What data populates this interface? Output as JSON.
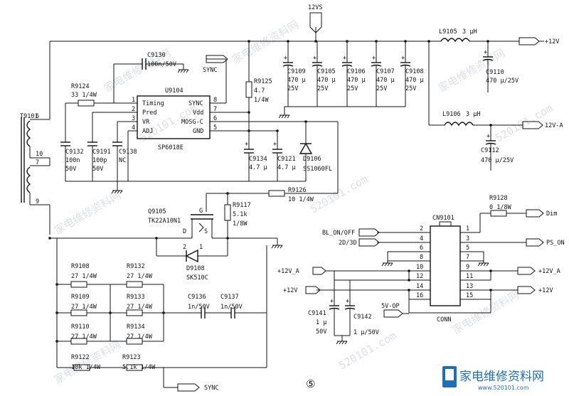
{
  "ic_u9104": {
    "ref": "U9104",
    "part": "SP6018E",
    "pin_labels_left": [
      "Timing",
      "Pred",
      "VR",
      "ADJ"
    ],
    "pin_labels_right": [
      "SYNC",
      "Vdd",
      "MOSG-C",
      "GND"
    ],
    "pins_left": [
      "1",
      "2",
      "3",
      "4"
    ],
    "pins_right": [
      "8",
      "7",
      "6",
      "5"
    ]
  },
  "connector": {
    "ref": "CN9101",
    "name": "CONN",
    "pins_left": [
      "2",
      "4",
      "6",
      "8",
      "10",
      "12",
      "14",
      "16"
    ],
    "pins_right": [
      "1",
      "3",
      "5",
      "7",
      "9",
      "11",
      "13",
      "15"
    ]
  },
  "transformer": {
    "ref": "T9101",
    "pins": [
      "6",
      "10",
      "7",
      "9"
    ]
  },
  "top": {
    "rail_12vs": "12VS"
  },
  "caps_top": [
    {
      "ref": "C9109",
      "value": "470 μ",
      "voltage": "25V"
    },
    {
      "ref": "C9105",
      "value": "470 μ",
      "voltage": "25V"
    },
    {
      "ref": "C9106",
      "value": "470 μ",
      "voltage": "25V"
    },
    {
      "ref": "C9107",
      "value": "470 μ",
      "voltage": "25V"
    },
    {
      "ref": "C9108",
      "value": "470 μ",
      "voltage": "25V"
    }
  ],
  "l9105": {
    "ref": "L9105",
    "value": "3 μH"
  },
  "l9106": {
    "ref": "L9106",
    "value": "3 μH"
  },
  "c9110": {
    "ref": "C9110",
    "value": "470 μ/25V"
  },
  "c9112": {
    "ref": "C9112",
    "value": "470 μ/25V"
  },
  "out_12v": "+12V",
  "out_12va": "12V-A",
  "c9130": {
    "ref": "C9130",
    "value": "100n/50V"
  },
  "sync": "SYNC",
  "r9124": {
    "ref": "R9124",
    "value": "33 1/4W"
  },
  "r9125": {
    "ref": "R9125",
    "value": "4.7",
    "power": "1/4W"
  },
  "c9132": {
    "ref": "C9132",
    "value": "100n",
    "voltage": "50V"
  },
  "c9191": {
    "ref": "C9191",
    "value": "100p",
    "voltage": "50V"
  },
  "c9138": {
    "ref": "C9138",
    "value": "NC"
  },
  "c9134": {
    "ref": "C9134",
    "value": "4.7 μ"
  },
  "c9121": {
    "ref": "C9121",
    "value": "4.7 μ"
  },
  "d9106": {
    "ref": "D9106",
    "part": "SS1060FL"
  },
  "r9126": {
    "ref": "R9126",
    "value": "10 1/4W"
  },
  "q9105": {
    "ref": "Q9105",
    "part": "TK22A10N1",
    "pins": [
      "G",
      "D",
      "S"
    ]
  },
  "r9117": {
    "ref": "R9117",
    "value": "5.1k",
    "power": "1/8W"
  },
  "d9108": {
    "ref": "D9108",
    "part": "SK510C",
    "pins": [
      "2",
      "1"
    ]
  },
  "r9108": {
    "ref": "R9108",
    "value": "27 1/4W"
  },
  "r9109": {
    "ref": "R9109",
    "value": "27 1/4W"
  },
  "r9110": {
    "ref": "R9110",
    "value": "27 1/4W"
  },
  "r9132": {
    "ref": "R9132",
    "value": "27 1/4W"
  },
  "r9133": {
    "ref": "R9133",
    "value": "27 1/4W"
  },
  "r9134": {
    "ref": "R9134",
    "value": "27 1/4W"
  },
  "c9136": {
    "ref": "C9136",
    "value": "1n/50V"
  },
  "c9137": {
    "ref": "C9137",
    "value": "1n/50V"
  },
  "r9122": {
    "ref": "R9122",
    "value": "10k 1/4W"
  },
  "r9123": {
    "ref": "R9123",
    "value": "5.1k 1/4W"
  },
  "r9128": {
    "ref": "R9128",
    "value": "0 1/8W"
  },
  "signals": {
    "dim": "Dim",
    "ps_on": "PS_ON",
    "bl": "BL_ON/OFF",
    "twod": "2D/3D",
    "v12a": "+12V_A",
    "v12": "+12V",
    "v5": "5V-OP"
  },
  "c9141": {
    "ref": "C9141",
    "value": "1 μ",
    "voltage": "50V"
  },
  "c9142": {
    "ref": "C9142",
    "value": "1 μ/50V"
  },
  "page_marker": "⑤",
  "watermark": {
    "text1": "家电维修资料网",
    "text2": "520101.com",
    "logo": "家电维修资料网",
    "logo_url": "www.520101.com"
  }
}
